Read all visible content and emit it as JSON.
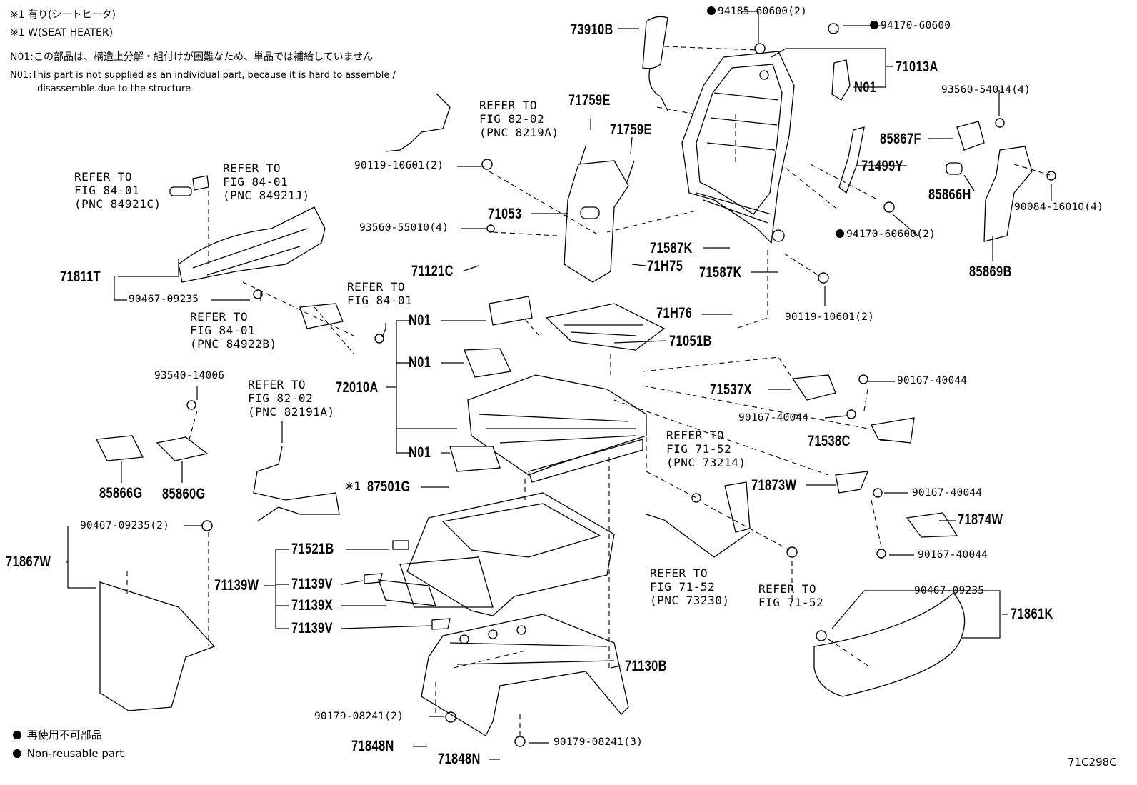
{
  "notes": {
    "line1": "※1 有り(シートヒータ)",
    "line2": "※1 W(SEAT HEATER)",
    "n01_ja": "N01:この部品は、構造上分解・組付けが困難なため、単品では補給していません",
    "n01_en_1": "N01:This part is not supplied as an individual part, because it is hard to assemble /",
    "n01_en_2": "disassemble due to the structure"
  },
  "legend": {
    "nonreusable_ja": "再使用不可部品",
    "nonreusable_en": "Non-reusable part"
  },
  "figure_code": "71C298C",
  "mark1": "※1",
  "parts": {
    "p73910B": "73910B",
    "p94185_60600": "94185-60600(2)",
    "p94170_60600": "94170-60600",
    "p71013A": "71013A",
    "pN01_top": "N01",
    "p93560_54014": "93560-54014(4)",
    "p85867F": "85867F",
    "p71499Y": "71499Y",
    "p85866H": "85866H",
    "p90084_16010": "90084-16010(4)",
    "p94170_60600_2": "94170-60600(2)",
    "p85869B": "85869B",
    "p71759E_1": "71759E",
    "p71759E_2": "71759E",
    "p90119_10601_2a": "90119-10601(2)",
    "p71053": "71053",
    "p93560_55010": "93560-55010(4)",
    "p71121C": "71121C",
    "p71587K_1": "71587K",
    "p71H75": "71H75",
    "p71587K_2": "71587K",
    "p90119_10601_2b": "90119-10601(2)",
    "p71811T": "71811T",
    "p90467_09235_a": "90467-09235",
    "p71H76": "71H76",
    "p71051B": "71051B",
    "pN01_a": "N01",
    "pN01_b": "N01",
    "pN01_c": "N01",
    "p72010A": "72010A",
    "p71537X": "71537X",
    "p90167_40044_a": "90167-40044",
    "p90167_40044_b": "90167-40044",
    "p71538C": "71538C",
    "p93540_14006": "93540-14006",
    "p85866G": "85866G",
    "p85860G": "85860G",
    "p87501G": "87501G",
    "p71873W": "71873W",
    "p90167_40044_c": "90167-40044",
    "p71874W": "71874W",
    "p90167_40044_d": "90167-40044",
    "p90467_09235_2": "90467-09235(2)",
    "p71867W": "71867W",
    "p71521B": "71521B",
    "p71139W": "71139W",
    "p71139V_1": "71139V",
    "p71139X": "71139X",
    "p71139V_2": "71139V",
    "p90467_09235_b": "90467-09235",
    "p71861K": "71861K",
    "p71130B": "71130B",
    "p90179_08241_2": "90179-08241(2)",
    "p71848N_1": "71848N",
    "p90179_08241_3": "90179-08241(3)",
    "p71848N_2": "71848N"
  },
  "refs": {
    "r82_02_a": "REFER TO\nFIG 82-02\n(PNC 8219A)",
    "r84_01_a": "REFER TO\nFIG 84-01\n(PNC 84921C)",
    "r84_01_b": "REFER TO\nFIG 84-01\n(PNC 84921J)",
    "r84_01_c": "REFER TO\nFIG 84-01",
    "r84_01_d": "REFER TO\nFIG 84-01\n(PNC 84922B)",
    "r82_02_b": "REFER TO\nFIG 82-02\n(PNC 82191A)",
    "r71_52_a": "REFER TO\nFIG 71-52\n(PNC 73214)",
    "r71_52_b": "REFER TO\nFIG 71-52\n(PNC 73230)",
    "r71_52_c": "REFER TO\nFIG 71-52"
  }
}
